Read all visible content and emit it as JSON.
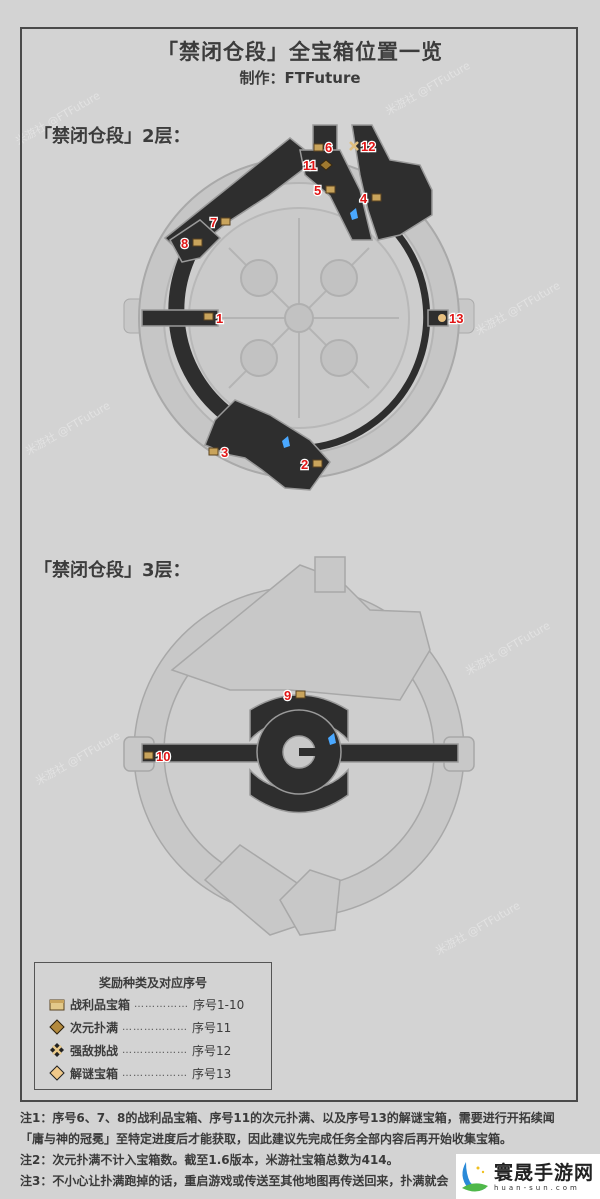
{
  "header": {
    "title": "「禁闭仓段」全宝箱位置一览",
    "author": "制作：FTFuture"
  },
  "floors": [
    {
      "label": "「禁闭仓段」2层：",
      "markers": [
        {
          "num": "1",
          "type": "chest"
        },
        {
          "num": "2",
          "type": "chest"
        },
        {
          "num": "3",
          "type": "chest"
        },
        {
          "num": "4",
          "type": "chest"
        },
        {
          "num": "5",
          "type": "chest"
        },
        {
          "num": "6",
          "type": "chest"
        },
        {
          "num": "7",
          "type": "chest"
        },
        {
          "num": "8",
          "type": "chest"
        },
        {
          "num": "11",
          "type": "warp-trotter"
        },
        {
          "num": "12",
          "type": "challenge"
        },
        {
          "num": "13",
          "type": "puzzle-chest"
        }
      ]
    },
    {
      "label": "「禁闭仓段」3层：",
      "markers": [
        {
          "num": "9",
          "type": "chest"
        },
        {
          "num": "10",
          "type": "chest"
        }
      ]
    }
  ],
  "legend": {
    "title": "奖励种类及对应序号",
    "items": [
      {
        "icon": "chest-icon",
        "name": "战利品宝箱",
        "dots": "……………",
        "range": "序号1-10"
      },
      {
        "icon": "warp-trotter-icon",
        "name": "次元扑满",
        "dots": "………………",
        "range": "序号11"
      },
      {
        "icon": "challenge-icon",
        "name": "强敌挑战",
        "dots": "………………",
        "range": "序号12"
      },
      {
        "icon": "puzzle-chest-icon",
        "name": "解谜宝箱",
        "dots": "………………",
        "range": "序号13"
      }
    ]
  },
  "notes": [
    "注1：序号6、7、8的战利品宝箱、序号11的次元扑满、以及序号13的解谜宝箱，需要进行开拓续闻",
    "「庸与神的冠冕」至特定进度后才能获取，因此建议先完成任务全部内容后再开始收集宝箱。",
    "注2：次元扑满不计入宝箱数。截至1.6版本，米游社宝箱总数为414。",
    "注3：不小心让扑满跑掉的话，重启游戏或传送至其他地图再传送回来，扑满就会"
  ],
  "watermark": "米游社 @FTFuture",
  "logo": {
    "cn": "寰晟手游网",
    "en": "huan-sun.com"
  },
  "colors": {
    "background": "#d3d3d3",
    "floor_dark": "#2e2e2e",
    "floor_light": "#c4c4c4",
    "marker_red": "#e01515",
    "chest_gold": "#c9a45c"
  }
}
